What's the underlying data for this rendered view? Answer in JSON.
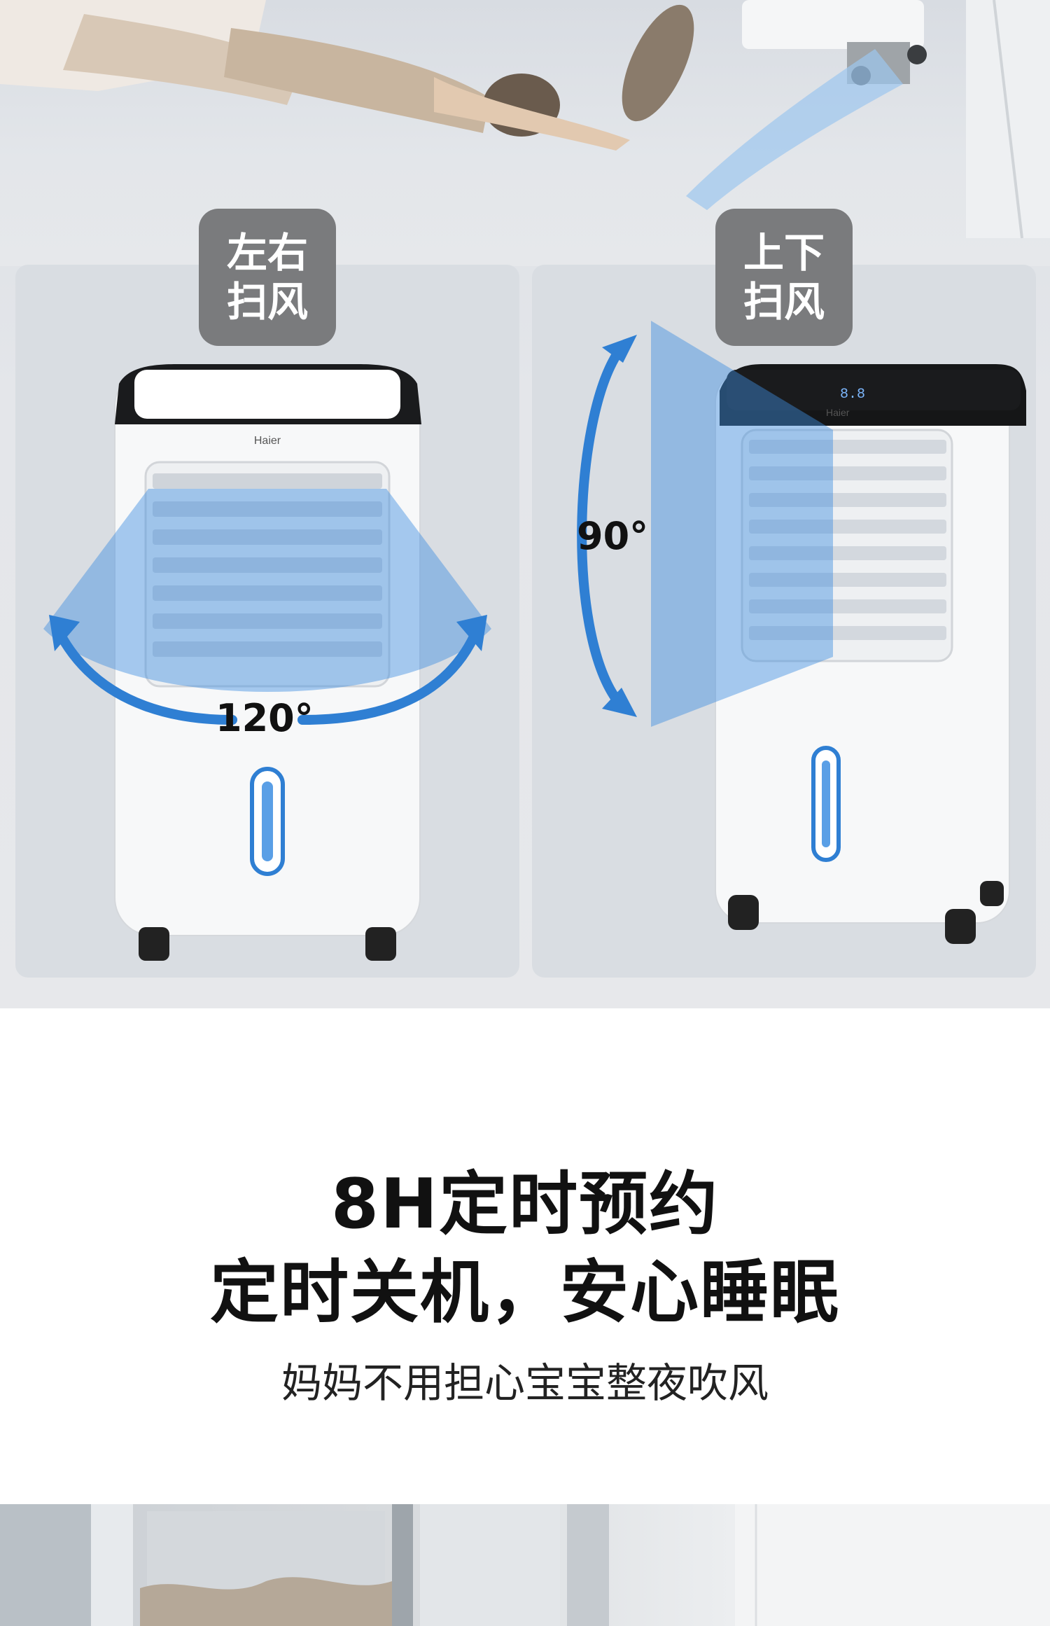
{
  "sweep_left": {
    "tag_line1": "左右",
    "tag_line2": "扫风",
    "angle": "120°"
  },
  "sweep_right": {
    "tag_line1": "上下",
    "tag_line2": "扫风",
    "angle": "90°"
  },
  "brand": "Haier",
  "display_digits": "8.8",
  "headline_line1": "8H定时预约",
  "headline_line2": "定时关机，安心睡眠",
  "subline": "妈妈不用担心宝宝整夜吹风",
  "colors": {
    "accent_blue": "#2f7fd3",
    "tag_bg": "#7a7b7d",
    "panel_bg": "#d9dde2"
  },
  "icons": [
    "left-right-arrow-icon",
    "up-down-arrow-icon"
  ]
}
